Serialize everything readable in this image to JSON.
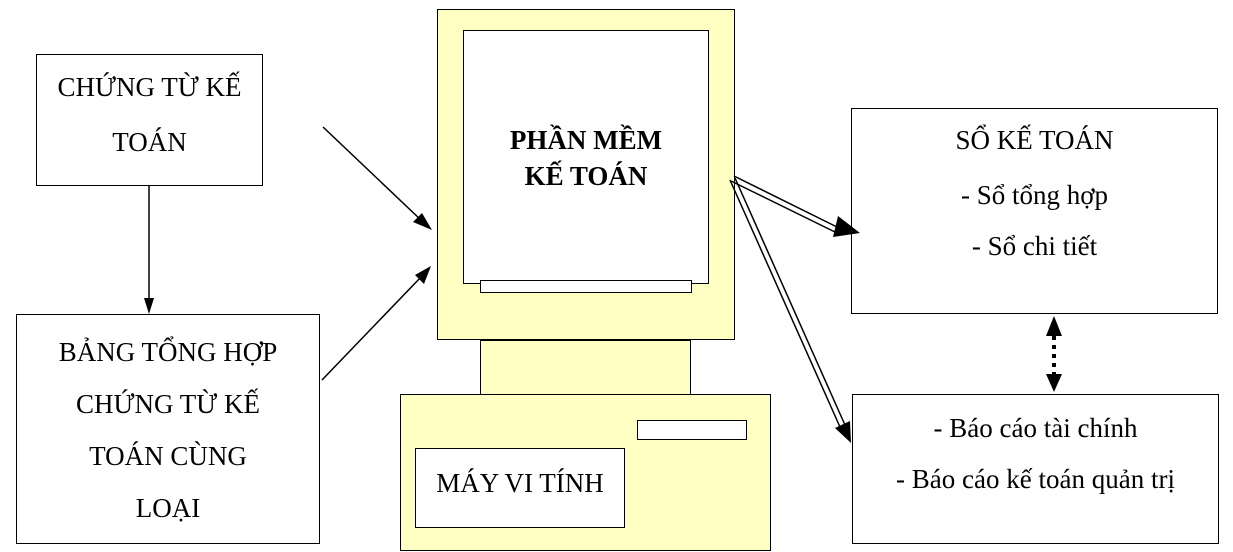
{
  "source_box": {
    "line1": "CHỨNG TỪ KẾ",
    "line2": "TOÁN"
  },
  "summary_box": {
    "line1": "BẢNG TỔNG HỢP",
    "line2": "CHỨNG TỪ KẾ",
    "line3": "TOÁN CÙNG",
    "line4": "LOẠI"
  },
  "software": {
    "line1": "PHẦN MỀM",
    "line2": "KẾ TOÁN"
  },
  "computer": {
    "label": "MÁY VI TÍNH"
  },
  "ledger_box": {
    "title": "SỔ KẾ TOÁN",
    "item1": "- Sổ tổng hợp",
    "item2": "- Sổ chi tiết"
  },
  "report_box": {
    "item1": "- Báo cáo tài chính",
    "item2": "- Báo cáo kế toán quản trị"
  },
  "colors": {
    "monitor_fill": "#ffffc4",
    "line": "#000000",
    "background": "#ffffff"
  }
}
